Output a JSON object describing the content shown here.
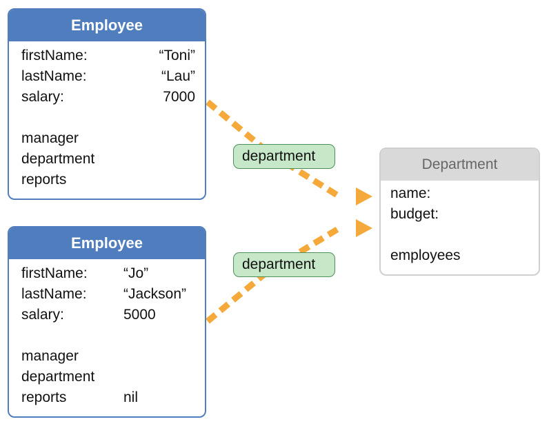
{
  "colors": {
    "employee_header": "#4f7dbd",
    "department_header": "#d9d9d9",
    "relationship_fill": "#c6e8c8",
    "arrow": "#f5a93b"
  },
  "employees": [
    {
      "title": "Employee",
      "attributes": [
        {
          "name": "firstName:",
          "value": "“Toni”"
        },
        {
          "name": "lastName:",
          "value": "“Lau”"
        },
        {
          "name": "salary:",
          "value": "7000"
        }
      ],
      "relationships": [
        {
          "name": "manager",
          "value": ""
        },
        {
          "name": "department",
          "value": ""
        },
        {
          "name": "reports",
          "value": ""
        }
      ]
    },
    {
      "title": "Employee",
      "attributes": [
        {
          "name": "firstName:",
          "value": "“Jo”"
        },
        {
          "name": "lastName:",
          "value": "“Jackson”"
        },
        {
          "name": "salary:",
          "value": "5000"
        }
      ],
      "relationships": [
        {
          "name": "manager",
          "value": ""
        },
        {
          "name": "department",
          "value": ""
        },
        {
          "name": "reports",
          "value": "nil"
        }
      ]
    }
  ],
  "department": {
    "title": "Department",
    "attributes": [
      {
        "name": "name:",
        "value": ""
      },
      {
        "name": "budget:",
        "value": ""
      }
    ],
    "relationships": [
      {
        "name": "employees",
        "value": ""
      }
    ]
  },
  "relationship_labels": [
    "department",
    "department"
  ]
}
